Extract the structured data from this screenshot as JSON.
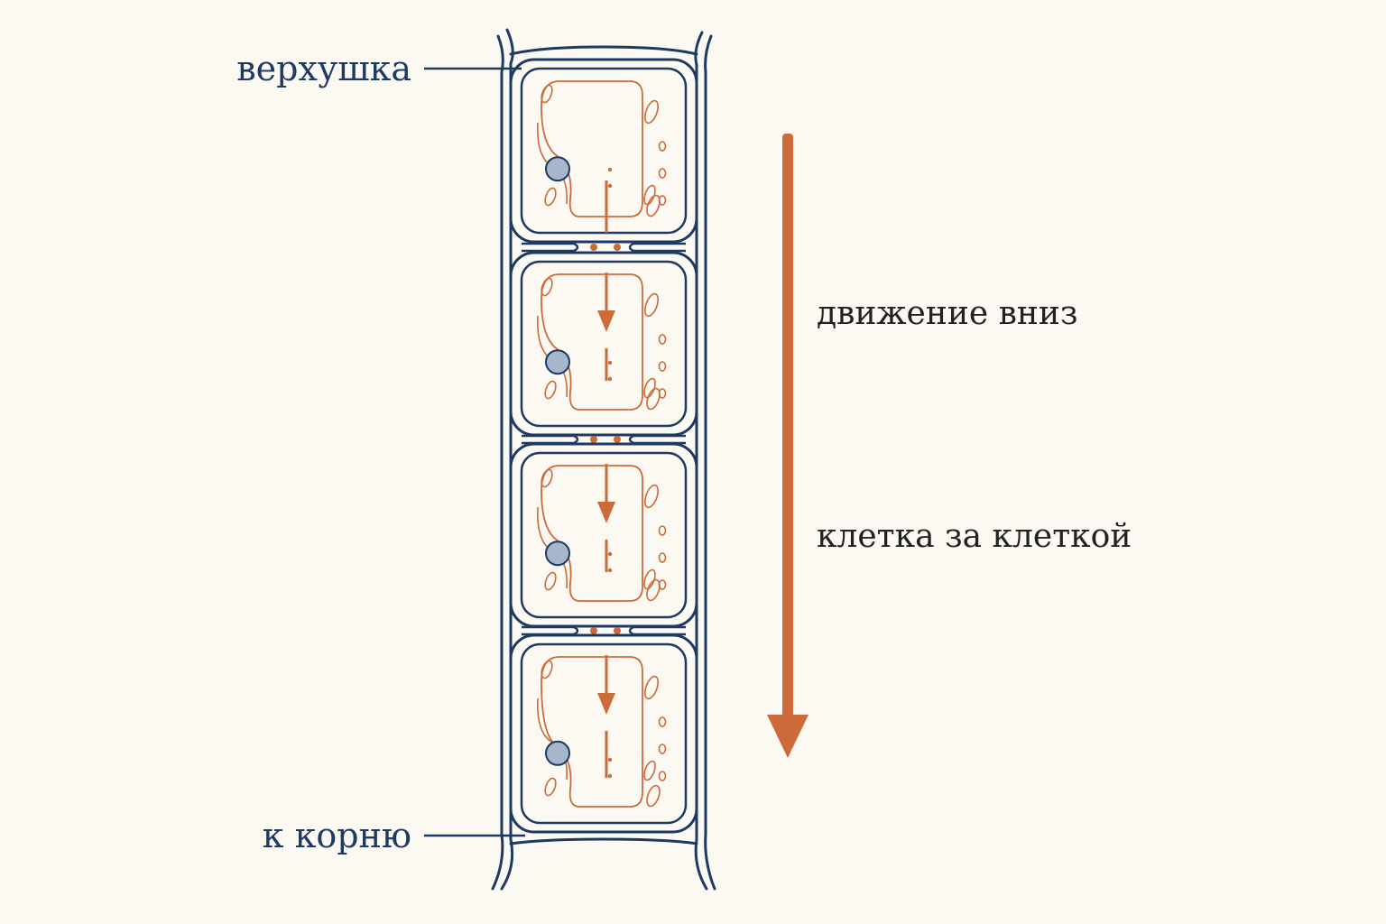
{
  "labels": {
    "top": "верхушка",
    "bottom": "к корню",
    "movement": "движение вниз",
    "cell_by_cell": "клетка за клеткой"
  },
  "colors": {
    "background": "#fcf9f3",
    "wall": "#1d3a63",
    "flow": "#cc6a3a",
    "nucleus_fill": "#a6b7cc",
    "label_blue": "#1d3a63",
    "label_dark": "#222222"
  },
  "diagram": {
    "cell_count": 4,
    "direction": "down"
  }
}
